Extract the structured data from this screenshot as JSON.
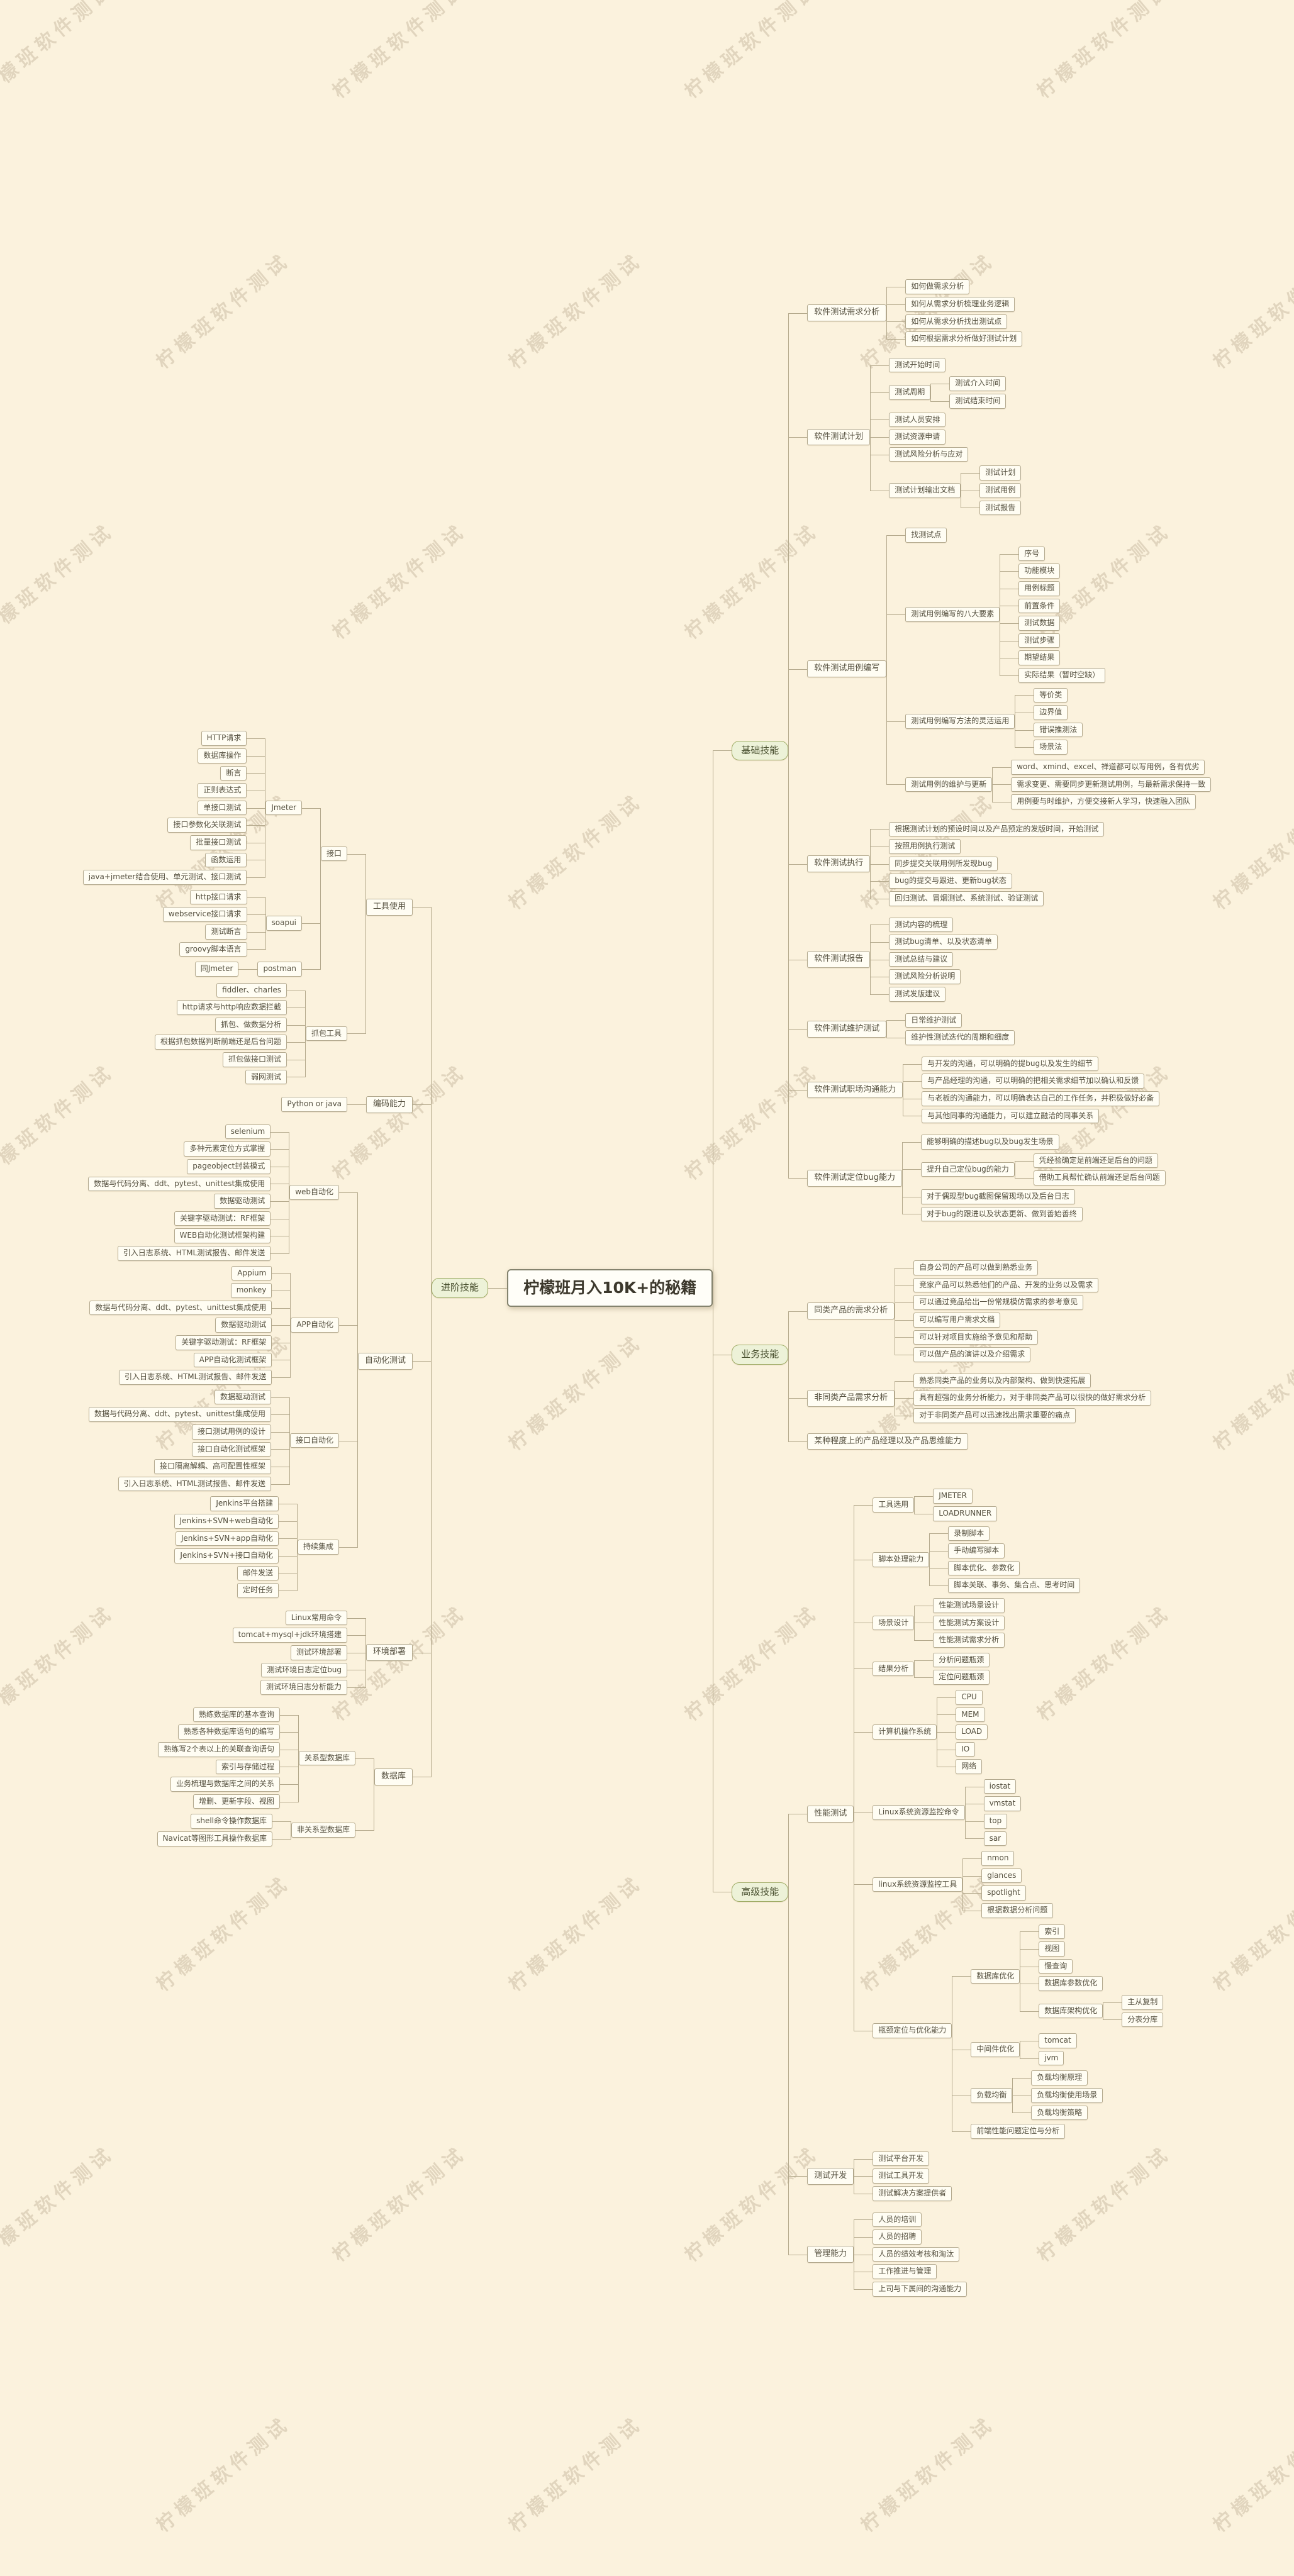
{
  "watermark": "柠檬班软件测试",
  "colors": {
    "background": "#fbf2dd",
    "node_fill": "#fffdf3",
    "node_border": "#b3a98e",
    "branch_fill": "#edf2d8",
    "branch_border": "#a0ad67",
    "line": "#b4a98c",
    "text": "#55503f",
    "watermark": "#ac9c80"
  },
  "root": {
    "label": "柠檬班月入10K+的秘籍",
    "left": [
      {
        "label": "进阶技能",
        "children": [
          {
            "label": "工具使用",
            "children": [
              {
                "label": "接口",
                "children": [
                  {
                    "label": "Jmeter",
                    "children": [
                      {
                        "label": "HTTP请求"
                      },
                      {
                        "label": "数据库操作"
                      },
                      {
                        "label": "断言"
                      },
                      {
                        "label": "正则表达式"
                      },
                      {
                        "label": "单接口测试"
                      },
                      {
                        "label": "接口参数化关联测试"
                      },
                      {
                        "label": "批量接口测试"
                      },
                      {
                        "label": "函数运用"
                      },
                      {
                        "label": "java+jmeter结合使用、单元测试、接口测试"
                      }
                    ]
                  },
                  {
                    "label": "soapui",
                    "children": [
                      {
                        "label": "http接口请求"
                      },
                      {
                        "label": "webservice接口请求"
                      },
                      {
                        "label": "测试断言"
                      },
                      {
                        "label": "groovy脚本语言"
                      }
                    ]
                  },
                  {
                    "label": "postman",
                    "children": [
                      {
                        "label": "同Jmeter"
                      }
                    ]
                  }
                ]
              },
              {
                "label": "抓包工具",
                "children": [
                  {
                    "label": "fiddler、charles"
                  },
                  {
                    "label": "http请求与http响应数据拦截"
                  },
                  {
                    "label": "抓包、做数据分析"
                  },
                  {
                    "label": "根据抓包数据判断前端还是后台问题"
                  },
                  {
                    "label": "抓包做接口测试"
                  },
                  {
                    "label": "弱网测试"
                  }
                ]
              }
            ]
          },
          {
            "label": "编码能力",
            "children": [
              {
                "label": "Python or java"
              }
            ]
          },
          {
            "label": "自动化测试",
            "children": [
              {
                "label": "web自动化",
                "children": [
                  {
                    "label": "selenium"
                  },
                  {
                    "label": "多种元素定位方式掌握"
                  },
                  {
                    "label": "pageobject封装模式"
                  },
                  {
                    "label": "数据与代码分离、ddt、pytest、unittest集成使用"
                  },
                  {
                    "label": "数据驱动测试"
                  },
                  {
                    "label": "关键字驱动测试：RF框架"
                  },
                  {
                    "label": "WEB自动化测试框架构建"
                  },
                  {
                    "label": "引入日志系统、HTML测试报告、邮件发送"
                  }
                ]
              },
              {
                "label": "APP自动化",
                "children": [
                  {
                    "label": "Appium"
                  },
                  {
                    "label": "monkey"
                  },
                  {
                    "label": "数据与代码分离、ddt、pytest、unittest集成使用"
                  },
                  {
                    "label": "数据驱动测试"
                  },
                  {
                    "label": "关键字驱动测试：RF框架"
                  },
                  {
                    "label": "APP自动化测试框架"
                  },
                  {
                    "label": "引入日志系统、HTML测试报告、邮件发送"
                  }
                ]
              },
              {
                "label": "接口自动化",
                "children": [
                  {
                    "label": "数据驱动测试"
                  },
                  {
                    "label": "数据与代码分离、ddt、pytest、unittest集成使用"
                  },
                  {
                    "label": "接口测试用例的设计"
                  },
                  {
                    "label": "接口自动化测试框架"
                  },
                  {
                    "label": "接口隔离解耦、高可配置性框架"
                  },
                  {
                    "label": "引入日志系统、HTML测试报告、邮件发送"
                  }
                ]
              },
              {
                "label": "持续集成",
                "children": [
                  {
                    "label": "Jenkins平台搭建"
                  },
                  {
                    "label": "Jenkins+SVN+web自动化"
                  },
                  {
                    "label": "Jenkins+SVN+app自动化"
                  },
                  {
                    "label": "Jenkins+SVN+接口自动化"
                  },
                  {
                    "label": "邮件发送"
                  },
                  {
                    "label": "定时任务"
                  }
                ]
              }
            ]
          },
          {
            "label": "环境部署",
            "children": [
              {
                "label": "Linux常用命令"
              },
              {
                "label": "tomcat+mysql+jdk环境搭建"
              },
              {
                "label": "测试环境部署"
              },
              {
                "label": "测试环境日志定位bug"
              },
              {
                "label": "测试环境日志分析能力"
              }
            ]
          },
          {
            "label": "数据库",
            "children": [
              {
                "label": "关系型数据库",
                "children": [
                  {
                    "label": "熟练数据库的基本查询"
                  },
                  {
                    "label": "熟悉各种数据库语句的编写"
                  },
                  {
                    "label": "熟练写2个表以上的关联查询语句"
                  },
                  {
                    "label": "索引与存储过程"
                  },
                  {
                    "label": "业务梳理与数据库之间的关系"
                  },
                  {
                    "label": "增删、更新字段、视图"
                  }
                ]
              },
              {
                "label": "非关系型数据库",
                "children": [
                  {
                    "label": "shell命令操作数据库"
                  },
                  {
                    "label": "Navicat等图形工具操作数据库"
                  }
                ]
              }
            ]
          }
        ]
      }
    ],
    "right": [
      {
        "label": "基础技能",
        "children": [
          {
            "label": "软件测试需求分析",
            "children": [
              {
                "label": "如何做需求分析"
              },
              {
                "label": "如何从需求分析梳理业务逻辑"
              },
              {
                "label": "如何从需求分析找出测试点"
              },
              {
                "label": "如何根据需求分析做好测试计划"
              }
            ]
          },
          {
            "label": "软件测试计划",
            "children": [
              {
                "label": "测试开始时间"
              },
              {
                "label": "测试周期",
                "children": [
                  {
                    "label": "测试介入时间"
                  },
                  {
                    "label": "测试结束时间"
                  }
                ]
              },
              {
                "label": "测试人员安排"
              },
              {
                "label": "测试资源申请"
              },
              {
                "label": "测试风险分析与应对"
              },
              {
                "label": "测试计划输出文档",
                "children": [
                  {
                    "label": "测试计划"
                  },
                  {
                    "label": "测试用例"
                  },
                  {
                    "label": "测试报告"
                  }
                ]
              }
            ]
          },
          {
            "label": "软件测试用例编写",
            "children": [
              {
                "label": "找测试点"
              },
              {
                "label": "测试用例编写的八大要素",
                "children": [
                  {
                    "label": "序号"
                  },
                  {
                    "label": "功能模块"
                  },
                  {
                    "label": "用例标题"
                  },
                  {
                    "label": "前置条件"
                  },
                  {
                    "label": "测试数据"
                  },
                  {
                    "label": "测试步骤"
                  },
                  {
                    "label": "期望结果"
                  },
                  {
                    "label": "实际结果（暂时空缺）"
                  }
                ]
              },
              {
                "label": "测试用例编写方法的灵活运用",
                "children": [
                  {
                    "label": "等价类"
                  },
                  {
                    "label": "边界值"
                  },
                  {
                    "label": "错误推测法"
                  },
                  {
                    "label": "场景法"
                  }
                ]
              },
              {
                "label": "测试用例的维护与更新",
                "children": [
                  {
                    "label": "word、xmind、excel、禅道都可以写用例，各有优劣"
                  },
                  {
                    "label": "需求变更、需要同步更新测试用例，与最新需求保持一致"
                  },
                  {
                    "label": "用例要与时维护，方便交接新人学习，快速融入团队"
                  }
                ]
              }
            ]
          },
          {
            "label": "软件测试执行",
            "children": [
              {
                "label": "根据测试计划的预设时间以及产品预定的发版时间，开始测试"
              },
              {
                "label": "按照用例执行测试"
              },
              {
                "label": "同步提交关联用例所发现bug"
              },
              {
                "label": "bug的提交与跟进、更新bug状态"
              },
              {
                "label": "回归测试、冒烟测试、系统测试、验证测试"
              }
            ]
          },
          {
            "label": "软件测试报告",
            "children": [
              {
                "label": "测试内容的梳理"
              },
              {
                "label": "测试bug清单、以及状态清单"
              },
              {
                "label": "测试总结与建议"
              },
              {
                "label": "测试风险分析说明"
              },
              {
                "label": "测试发版建议"
              }
            ]
          },
          {
            "label": "软件测试维护测试",
            "children": [
              {
                "label": "日常维护测试"
              },
              {
                "label": "维护性测试迭代的周期和细度"
              }
            ]
          },
          {
            "label": "软件测试职场沟通能力",
            "children": [
              {
                "label": "与开发的沟通，可以明确的提bug以及发生的细节"
              },
              {
                "label": "与产品经理的沟通，可以明确的把相关需求细节加以确认和反馈"
              },
              {
                "label": "与老板的沟通能力，可以明确表达自己的工作任务，并积极做好必备"
              },
              {
                "label": "与其他同事的沟通能力，可以建立融洽的同事关系"
              }
            ]
          },
          {
            "label": "软件测试定位bug能力",
            "children": [
              {
                "label": "能够明确的描述bug以及bug发生场景"
              },
              {
                "label": "提升自己定位bug的能力",
                "children": [
                  {
                    "label": "凭经验确定是前端还是后台的问题"
                  },
                  {
                    "label": "借助工具帮忙确认前端还是后台问题"
                  }
                ]
              },
              {
                "label": "对于偶现型bug截图保留现场以及后台日志"
              },
              {
                "label": "对于bug的跟进以及状态更新、做到善始善终"
              }
            ]
          }
        ]
      },
      {
        "label": "业务技能",
        "children": [
          {
            "label": "同类产品的需求分析",
            "children": [
              {
                "label": "自身公司的产品可以做到熟悉业务"
              },
              {
                "label": "竞家产品可以熟悉他们的产品、开发的业务以及需求"
              },
              {
                "label": "可以通过竞品给出一份常规模仿需求的参考意见"
              },
              {
                "label": "可以编写用户需求文档"
              },
              {
                "label": "可以针对项目实施给予意见和帮助"
              },
              {
                "label": "可以做产品的演讲以及介绍需求"
              }
            ]
          },
          {
            "label": "非同类产品需求分析",
            "children": [
              {
                "label": "熟悉同类产品的业务以及内部架构、做到快速拓展"
              },
              {
                "label": "具有超强的业务分析能力，对于非同类产品可以很快的做好需求分析"
              },
              {
                "label": "对于非同类产品可以迅速找出需求重要的痛点"
              }
            ]
          },
          {
            "label": "某种程度上的产品经理以及产品思维能力"
          }
        ]
      },
      {
        "label": "高级技能",
        "children": [
          {
            "label": "性能测试",
            "children": [
              {
                "label": "工具选用",
                "children": [
                  {
                    "label": "JMETER"
                  },
                  {
                    "label": "LOADRUNNER"
                  }
                ]
              },
              {
                "label": "脚本处理能力",
                "children": [
                  {
                    "label": "录制脚本"
                  },
                  {
                    "label": "手动编写脚本"
                  },
                  {
                    "label": "脚本优化、参数化"
                  },
                  {
                    "label": "脚本关联、事务、集合点、思考时间"
                  }
                ]
              },
              {
                "label": "场景设计",
                "children": [
                  {
                    "label": "性能测试场景设计"
                  },
                  {
                    "label": "性能测试方案设计"
                  },
                  {
                    "label": "性能测试需求分析"
                  }
                ]
              },
              {
                "label": "结果分析",
                "children": [
                  {
                    "label": "分析问题瓶颈"
                  },
                  {
                    "label": "定位问题瓶颈"
                  }
                ]
              },
              {
                "label": "计算机操作系统",
                "children": [
                  {
                    "label": "CPU"
                  },
                  {
                    "label": "MEM"
                  },
                  {
                    "label": "LOAD"
                  },
                  {
                    "label": "IO"
                  },
                  {
                    "label": "网络"
                  }
                ]
              },
              {
                "label": "Linux系统资源监控命令",
                "children": [
                  {
                    "label": "iostat"
                  },
                  {
                    "label": "vmstat"
                  },
                  {
                    "label": "top"
                  },
                  {
                    "label": "sar"
                  }
                ]
              },
              {
                "label": "linux系统资源监控工具",
                "children": [
                  {
                    "label": "nmon"
                  },
                  {
                    "label": "glances"
                  },
                  {
                    "label": "spotlight"
                  },
                  {
                    "label": "根据数据分析问题"
                  }
                ]
              },
              {
                "label": "瓶颈定位与优化能力",
                "children": [
                  {
                    "label": "数据库优化",
                    "children": [
                      {
                        "label": "索引"
                      },
                      {
                        "label": "视图"
                      },
                      {
                        "label": "慢查询"
                      },
                      {
                        "label": "数据库参数优化"
                      },
                      {
                        "label": "数据库架构优化",
                        "children": [
                          {
                            "label": "主从复制"
                          },
                          {
                            "label": "分表分库"
                          }
                        ]
                      }
                    ]
                  },
                  {
                    "label": "中间件优化",
                    "children": [
                      {
                        "label": "tomcat"
                      },
                      {
                        "label": "jvm"
                      }
                    ]
                  },
                  {
                    "label": "负载均衡",
                    "children": [
                      {
                        "label": "负载均衡原理"
                      },
                      {
                        "label": "负载均衡使用场景"
                      },
                      {
                        "label": "负载均衡策略"
                      }
                    ]
                  },
                  {
                    "label": "前端性能问题定位与分析"
                  }
                ]
              }
            ]
          },
          {
            "label": "测试开发",
            "children": [
              {
                "label": "测试平台开发"
              },
              {
                "label": "测试工具开发"
              },
              {
                "label": "测试解决方案提供者"
              }
            ]
          },
          {
            "label": "管理能力",
            "children": [
              {
                "label": "人员的培训"
              },
              {
                "label": "人员的招聘"
              },
              {
                "label": "人员的绩效考核和淘汰"
              },
              {
                "label": "工作推进与管理"
              },
              {
                "label": "上司与下属间的沟通能力"
              }
            ]
          }
        ]
      }
    ]
  }
}
